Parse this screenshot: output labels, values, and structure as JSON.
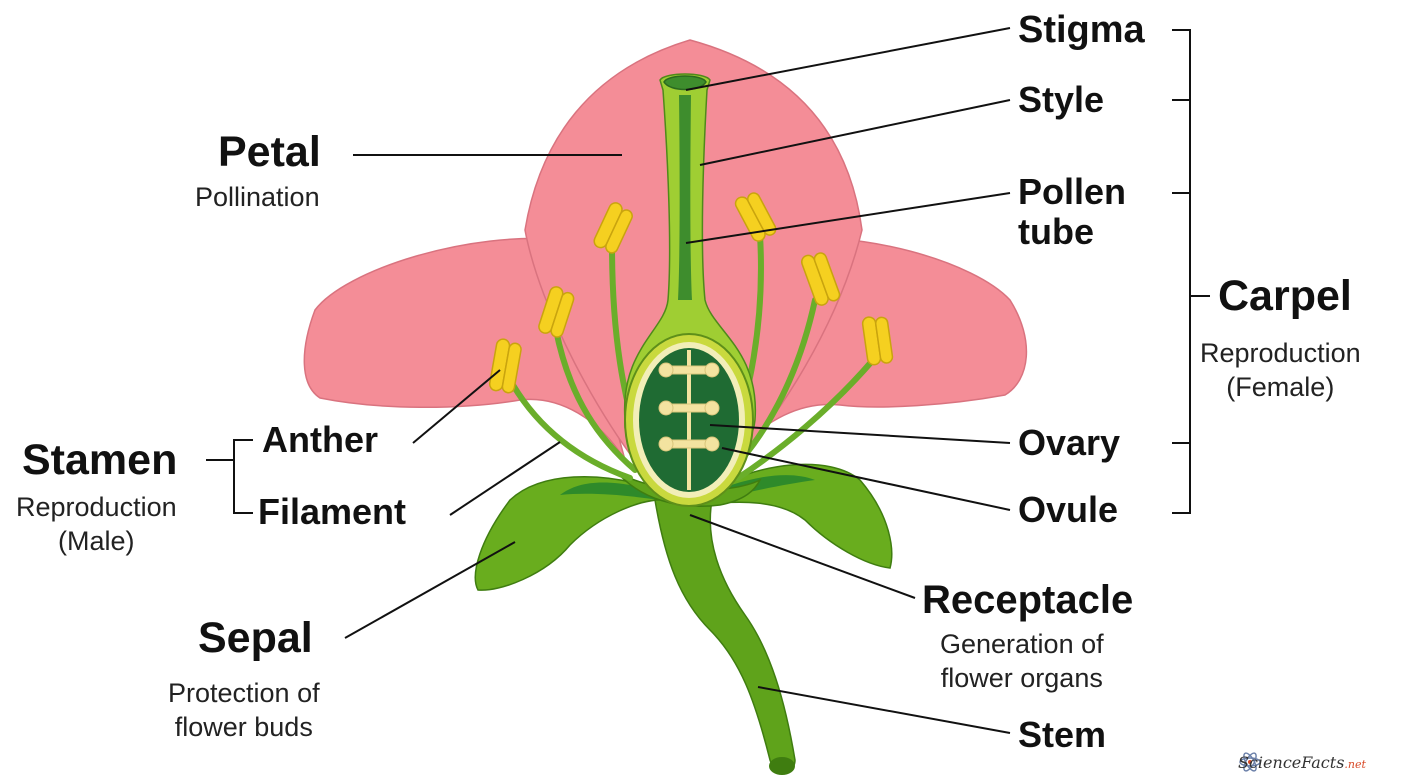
{
  "labels": {
    "stigma": "Stigma",
    "style": "Style",
    "pollen_tube": "Pollen\ntube",
    "petal": "Petal",
    "petal_role": "Pollination",
    "carpel": "Carpel",
    "carpel_role": "Reproduction\n(Female)",
    "stamen": "Stamen",
    "stamen_role": "Reproduction\n(Male)",
    "anther": "Anther",
    "filament": "Filament",
    "ovary": "Ovary",
    "ovule": "Ovule",
    "receptacle": "Receptacle",
    "receptacle_role": "Generation of\nflower organs",
    "sepal": "Sepal",
    "sepal_role": "Protection of\nflower buds",
    "stem": "Stem"
  },
  "watermark": {
    "brand": "ScienceFacts",
    "tld": ".net"
  },
  "colors": {
    "petal": "#f48d97",
    "petal_edge": "#d9737f",
    "stem_green": "#5fa31b",
    "dark_green": "#1f6b33",
    "light_green": "#9fce33",
    "anther_yellow": "#f5d020",
    "ovule": "#f3e3a0",
    "line": "#111111"
  }
}
